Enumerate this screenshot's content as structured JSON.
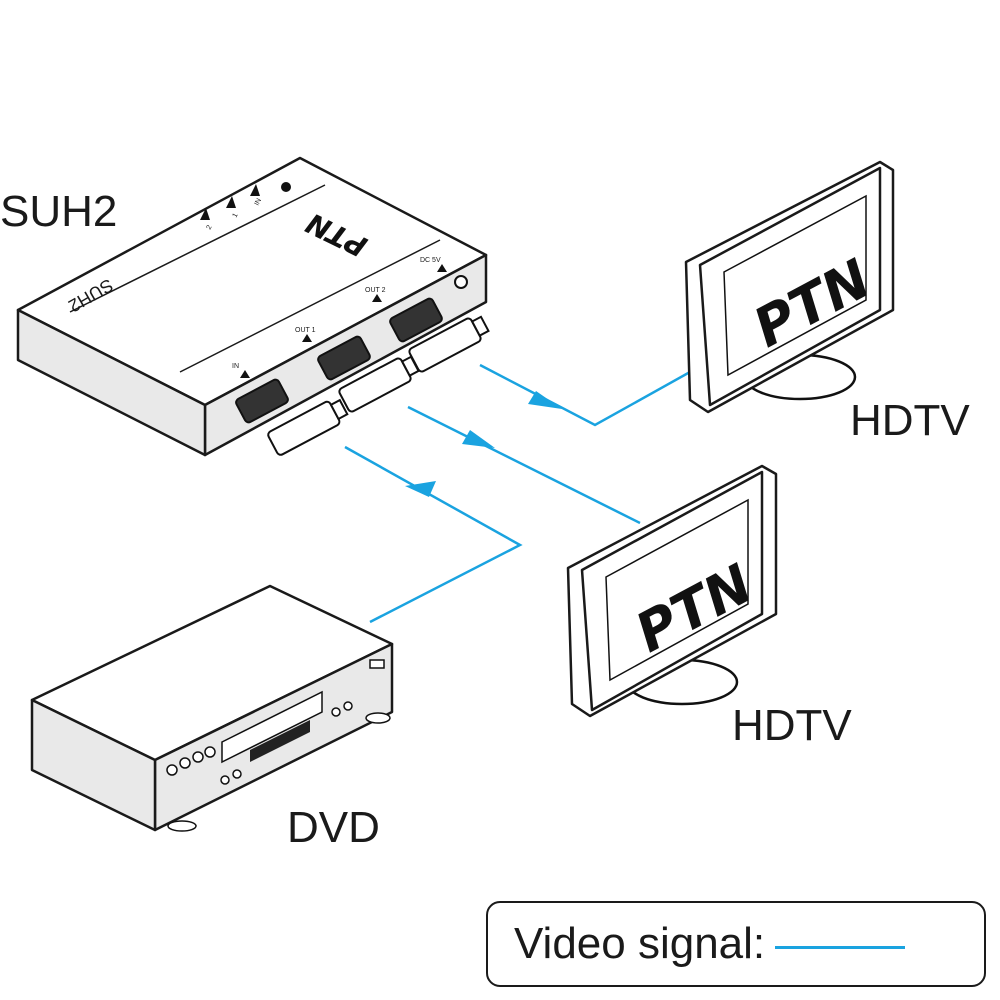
{
  "labels": {
    "splitter": "SUH2",
    "splitter_top": "SUH2",
    "brand": "PTN",
    "tv1": "HDTV",
    "tv2": "HDTV",
    "source": "DVD"
  },
  "ports": {
    "in": "IN",
    "out1": "OUT 1",
    "out2": "OUT 2",
    "dc": "DC 5V"
  },
  "indicators": {
    "in": "IN",
    "one": "1",
    "two": "2"
  },
  "legend": {
    "text": "Video signal:",
    "line_color": "#1aa3e0"
  },
  "colors": {
    "signal": "#1aa3e0"
  }
}
